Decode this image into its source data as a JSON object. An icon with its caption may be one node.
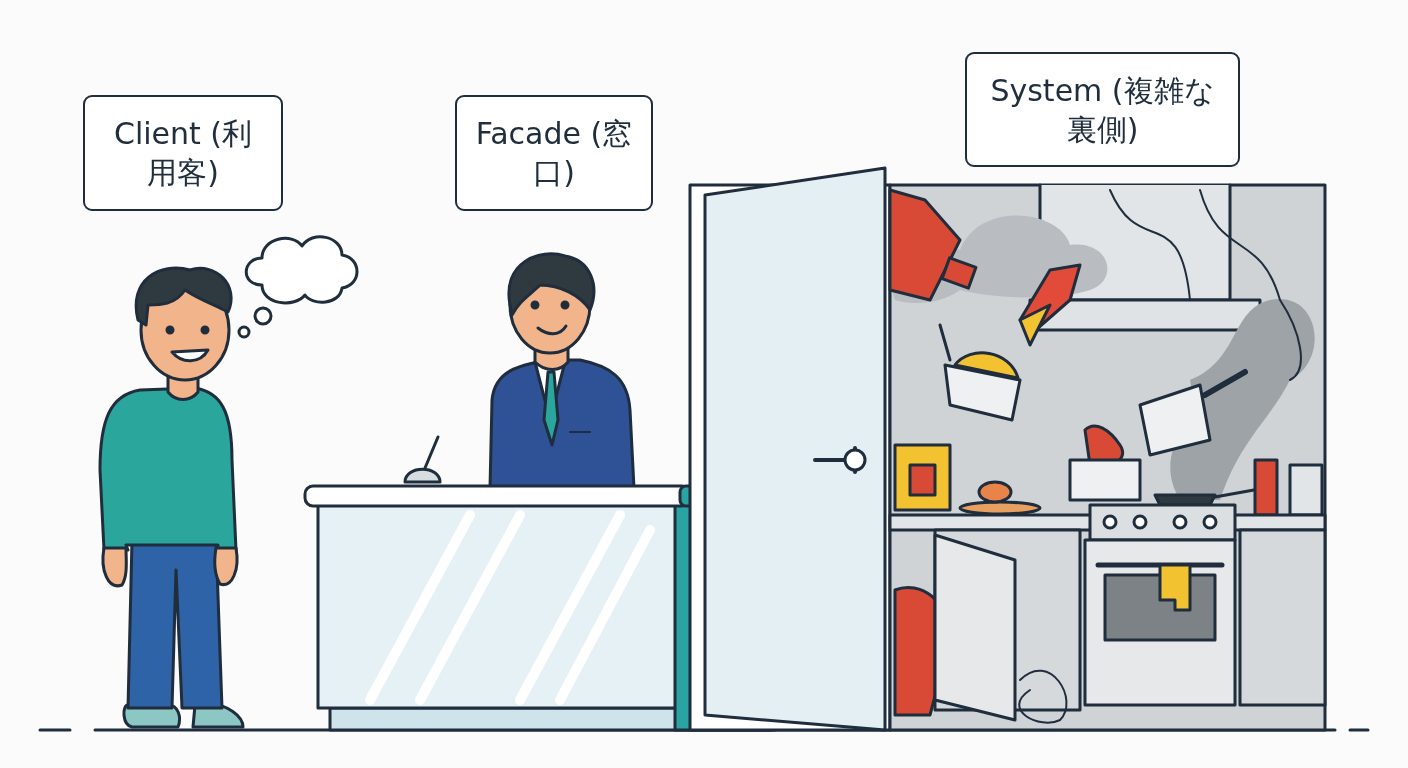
{
  "diagram": {
    "nodes": [
      {
        "text": [
          "Client (利用客)"
        ]
      },
      {
        "text": [
          "Facade (窓口)"
        ]
      },
      {
        "text": [
          "System (複雑な裏側)"
        ]
      }
    ]
  }
}
